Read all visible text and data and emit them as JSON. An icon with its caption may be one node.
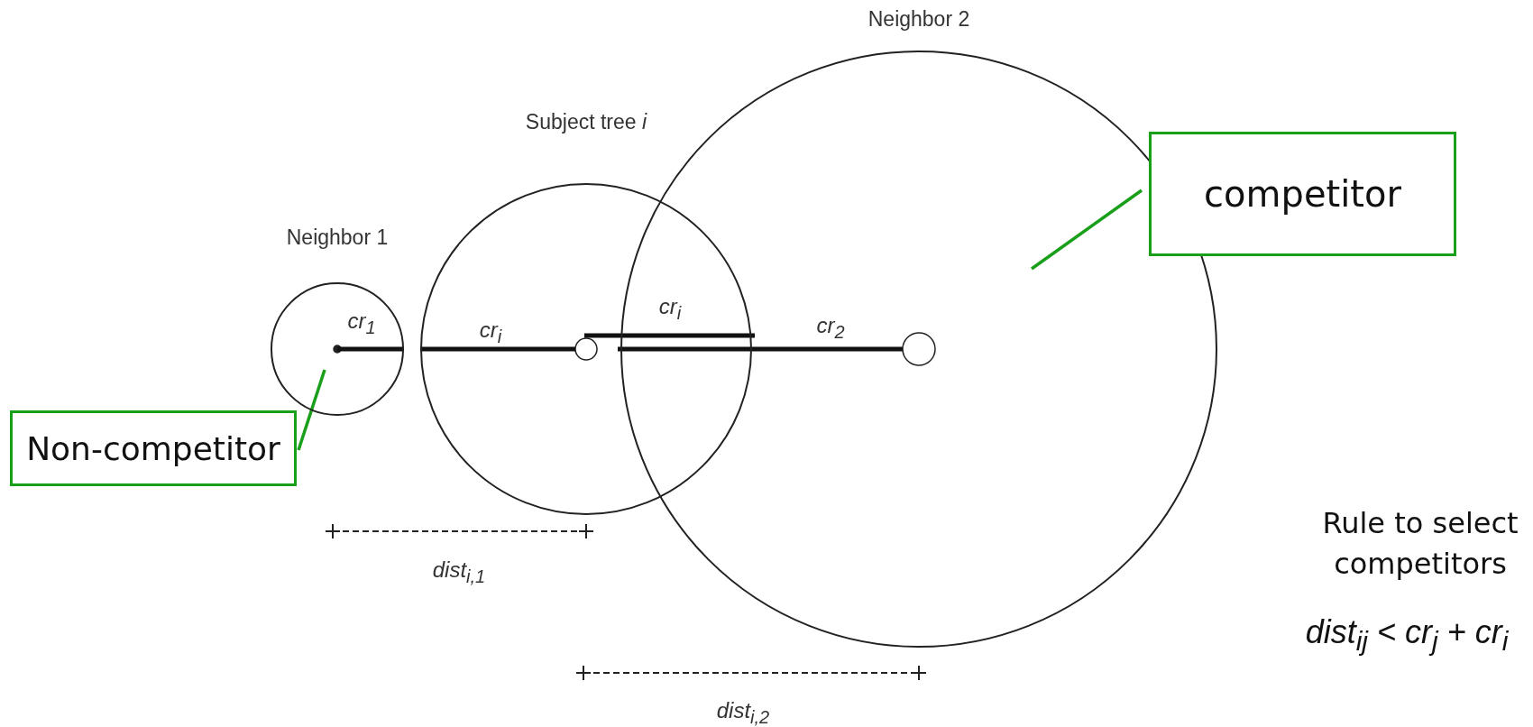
{
  "diagram": {
    "nodes": [
      {
        "text": [
          "Neighbor 1"
        ]
      },
      {
        "text": [
          "Subject tree *i*"
        ]
      },
      {
        "text": [
          "Neighbor 2"
        ]
      },
      {
        "text": [
          "Non-competitor"
        ]
      },
      {
        "text": [
          "competitor"
        ]
      }
    ],
    "edges": [
      {
        "from": 3,
        "to": 0,
        "arrow": "none"
      },
      {
        "from": 4,
        "to": 2,
        "arrow": "none"
      }
    ],
    "labels": [
      "cr$_{1}$",
      "cr$_{i}$",
      "cr$_{i}$",
      "cr$_{2}$",
      "dist$_{i,1}$",
      "dist$_{i,2}$",
      "Rule to select competitors",
      "dist$_{ij}$ < cr$_{j}$ + cr$_{i}$"
    ]
  }
}
